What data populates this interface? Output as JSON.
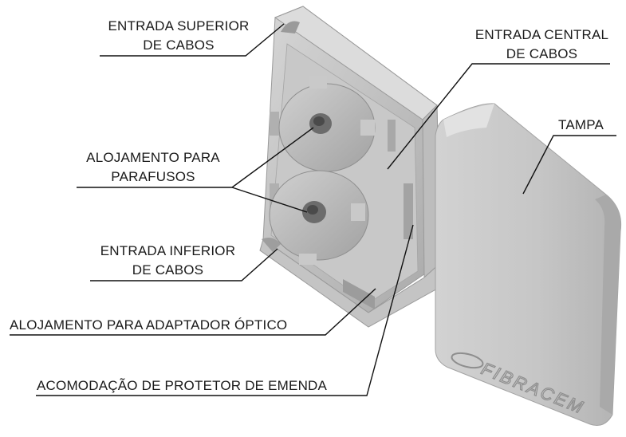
{
  "labels": {
    "entrada_superior": [
      "ENTRADA SUPERIOR",
      "DE CABOS"
    ],
    "entrada_central": [
      "ENTRADA CENTRAL",
      "DE CABOS"
    ],
    "alojamento_parafusos": [
      "ALOJAMENTO PARA",
      "PARAFUSOS"
    ],
    "entrada_inferior": [
      "ENTRADA INFERIOR",
      "DE CABOS"
    ],
    "alojamento_adaptador": "ALOJAMENTO PARA ADAPTADOR ÓPTICO",
    "acomodacao_protetor": "ACOMODAÇÃO DE PROTETOR DE EMENDA",
    "tampa": "TAMPA"
  },
  "logo": {
    "text": "FIBRACEM"
  },
  "colors": {
    "body_light": "#cfcfcf",
    "body_mid": "#b4b4b4",
    "body_dark": "#8c8c8c",
    "line": "#111111"
  }
}
